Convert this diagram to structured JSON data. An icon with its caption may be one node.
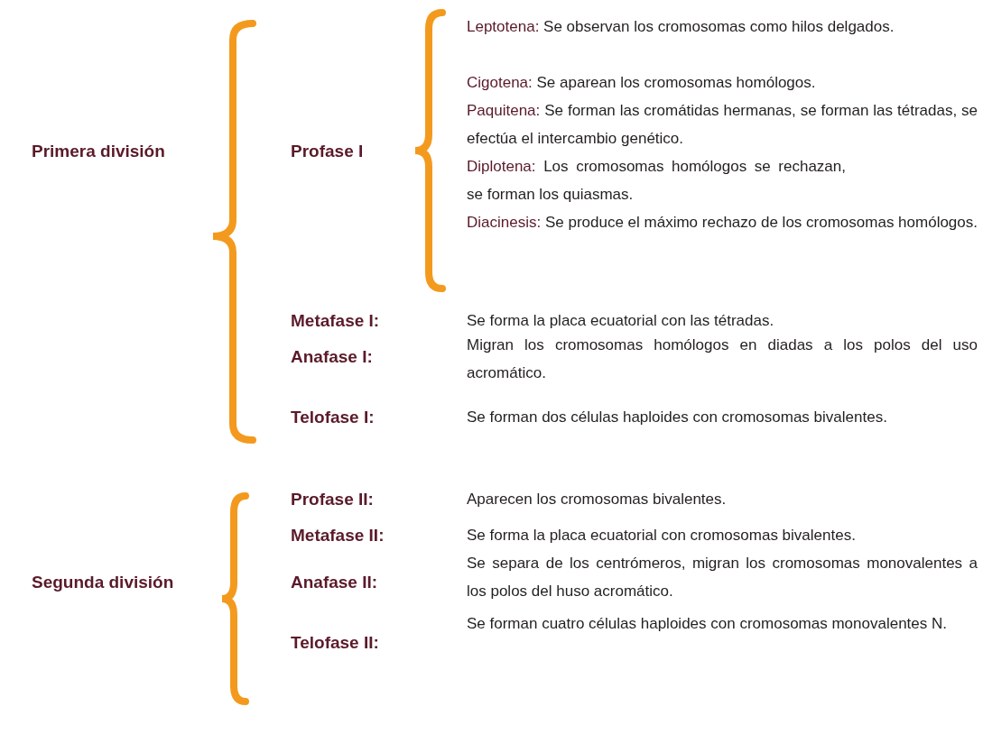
{
  "diagram": {
    "labels": [
      "Primera división",
      "Profase I",
      "**Leptotena:** Se observan los cromosomas como hilos delgados.",
      "**Cigotena:** Se aparean los cromosomas homólogos.",
      "**Paquitena:** Se forman las cromátidas hermanas, se forman las tétradas, se efectúa el intercambio genético.",
      "**Diplotena:** Los cromosomas homólogos se rechazan, se forman los quiasmas.",
      "**Diacinesis:** Se produce el máximo rechazo de los cromosomas homólogos.",
      "Metafase I:",
      "Se forma la placa ecuatorial con las tétradas.",
      "Anafase I:",
      "Migran los cromosomas homólogos en diadas a los polos del uso acromático.",
      "Telofase I:",
      "Se forman dos células haploides con cromosomas bivalentes.",
      "Profase II:",
      "Aparecen los cromosomas bivalentes.",
      "Metafase II:",
      "Se forma la placa ecuatorial con cromosomas bivalentes.",
      "Segunda división",
      "Anafase II:",
      "Se separa de los centrómeros, migran los cromosomas monovalentes a los polos del huso acromático.",
      "Telofase II:",
      "Se forman cuatro células haploides con cromosomas monovalentes N."
    ]
  }
}
